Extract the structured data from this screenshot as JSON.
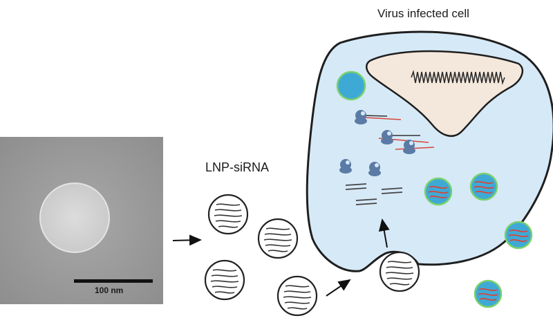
{
  "labels": {
    "cell_title": "Virus infected cell",
    "lnp_title": "LNP-siRNA",
    "scale_bar": "100 nm"
  },
  "icons": {
    "micrograph": "tem-micrograph-image",
    "lnp": "lnp-particle-icon",
    "ribosome": "ribosome-icon",
    "virion": "virion-icon",
    "sirna": "sirna-strand-icon",
    "nucleus": "nucleus-icon",
    "arrow": "arrow-icon"
  },
  "colors": {
    "cell_fill": "#d6e9f7",
    "cell_stroke": "#1f1f1f",
    "nucleus_fill": "#f4e8dc",
    "virion_fill": "#3fa9d6",
    "virion_ring": "#7ad16c",
    "viral_rna": "#d7463a",
    "ribosome": "#5b7ba6",
    "micrograph_bg": "#9a9a9a"
  }
}
